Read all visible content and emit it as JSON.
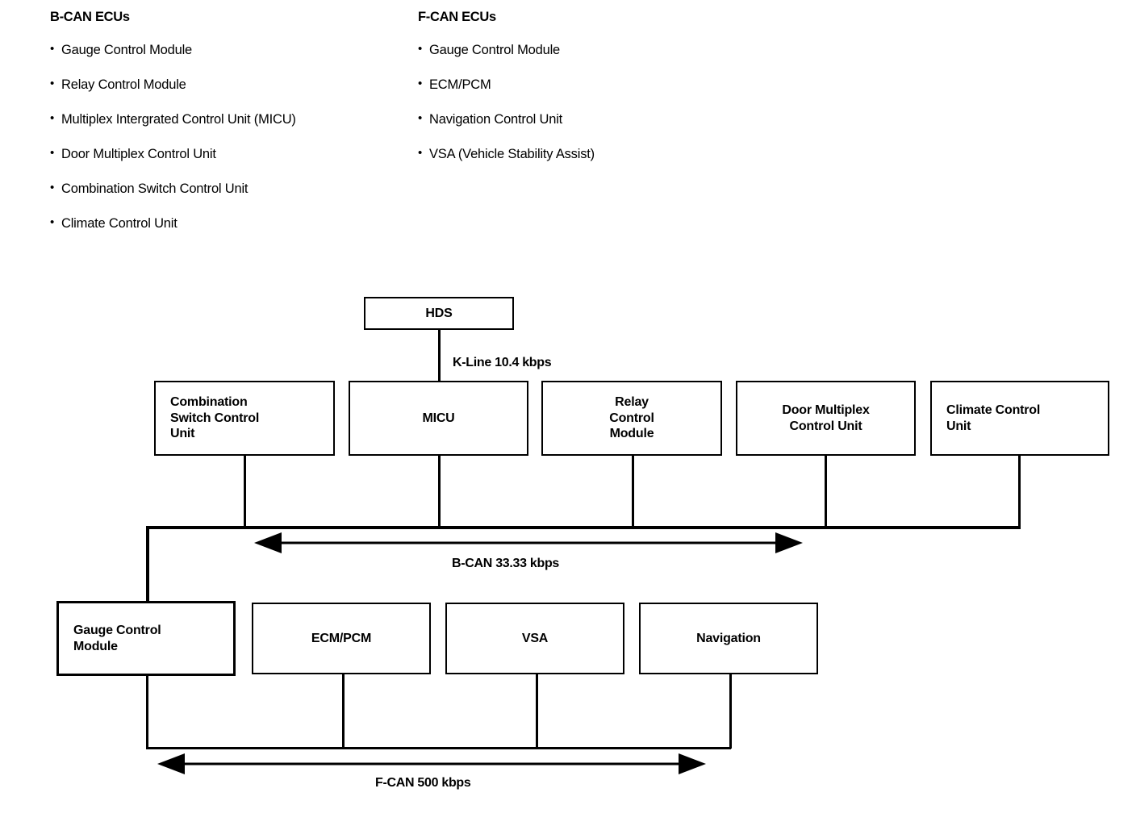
{
  "lists": {
    "bcan": {
      "title": "B-CAN ECUs",
      "bullet": "•",
      "items": [
        "Gauge Control Module",
        "Relay Control Module",
        "Multiplex Intergrated Control Unit (MICU)",
        "Door Multiplex Control Unit",
        "Combination Switch Control Unit",
        "Climate Control Unit"
      ]
    },
    "fcan": {
      "title": "F-CAN ECUs",
      "bullet": "•",
      "items": [
        "Gauge Control Module",
        "ECM/PCM",
        "Navigation Control Unit",
        "VSA (Vehicle Stability Assist)"
      ]
    }
  },
  "diagram": {
    "hds": "HDS",
    "kline_label": "K-Line 10.4 kbps",
    "bcan_label": "B-CAN 33.33 kbps",
    "fcan_label": "F-CAN 500 kbps",
    "bcan_nodes": [
      "Combination\nSwitch Control\nUnit",
      "MICU",
      "Relay\nControl\nModule",
      "Door Multiplex\nControl Unit",
      "Climate Control\nUnit"
    ],
    "fcan_nodes": [
      "Gauge Control\nModule",
      "ECM/PCM",
      "VSA",
      "Navigation"
    ]
  },
  "colors": {
    "line": "#000000",
    "background": "#ffffff"
  }
}
